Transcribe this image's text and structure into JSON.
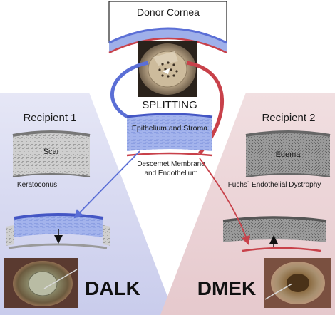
{
  "top": {
    "title": "Donor Cornea"
  },
  "center": {
    "splitting": "SPLITTING",
    "upper_layer": "Epithelium and Stroma",
    "lower_layer_line1": "Descemet Membrane",
    "lower_layer_line2": "and Endothelium"
  },
  "left": {
    "title": "Recipient 1",
    "lesion": "Scar",
    "condition": "Keratoconus",
    "procedure": "DALK"
  },
  "right": {
    "title": "Recipient 2",
    "lesion": "Edema",
    "condition": "Fuchs` Endothelial Dystrophy",
    "procedure": "DMEK"
  },
  "colors": {
    "left_panel": "#d7d9f1",
    "right_panel": "#ecd5d8",
    "donor_blue": "#5b6fd6",
    "donor_red": "#c8414a",
    "stroma": "#9fb0ea"
  },
  "icons": [
    "arrow-down-icon",
    "arrow-up-icon"
  ]
}
